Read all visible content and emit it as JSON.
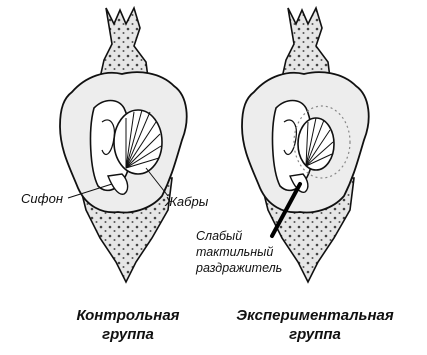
{
  "labels": {
    "siphon": "Сифон",
    "gills": "Жабры",
    "stimulus_line1": "Слабый",
    "stimulus_line2": "тактильный",
    "stimulus_line3": "раздражитель"
  },
  "captions": {
    "control_line1": "Контрольная",
    "control_line2": "группа",
    "experimental_line1": "Экспериментальная",
    "experimental_line2": "группа"
  }
}
